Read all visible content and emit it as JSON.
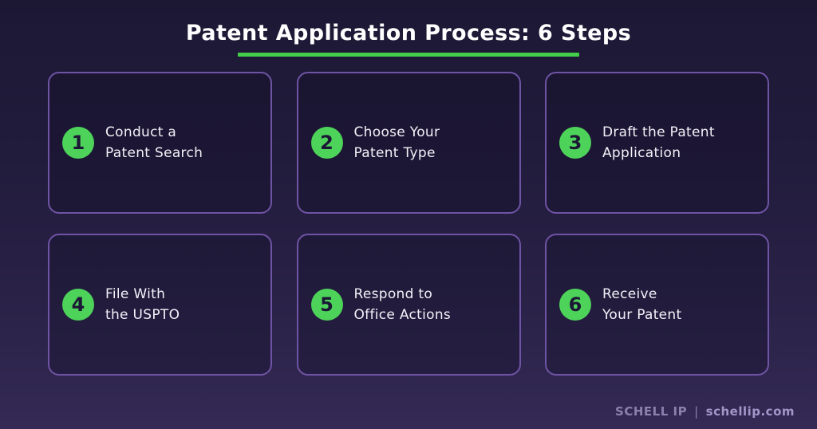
{
  "page": {
    "title": "Patent Application Process: 6 Steps"
  },
  "steps": [
    {
      "number": "1",
      "line1": "Conduct a",
      "line2": "Patent Search"
    },
    {
      "number": "2",
      "line1": "Choose Your",
      "line2": "Patent Type"
    },
    {
      "number": "3",
      "line1": "Draft the Patent",
      "line2": "Application"
    },
    {
      "number": "4",
      "line1": "File With",
      "line2": "the USPTO"
    },
    {
      "number": "5",
      "line1": "Respond to",
      "line2": "Office Actions"
    },
    {
      "number": "6",
      "line1": "Receive",
      "line2": "Your Patent"
    }
  ],
  "footer": {
    "brand": "SCHELL IP",
    "separator": "|",
    "website": "schellip.com"
  },
  "colors": {
    "background_top": "#1c1834",
    "background_bottom": "#342a55",
    "card_border": "#6f53a4",
    "accent_green": "#4ed35a",
    "underline_green": "#43cf49",
    "step_number_text": "#1b1735",
    "card_text": "#f3f1f8",
    "brand_text": "#8d7fae",
    "website_text": "#a596ca",
    "title_text": "#ffffff"
  }
}
